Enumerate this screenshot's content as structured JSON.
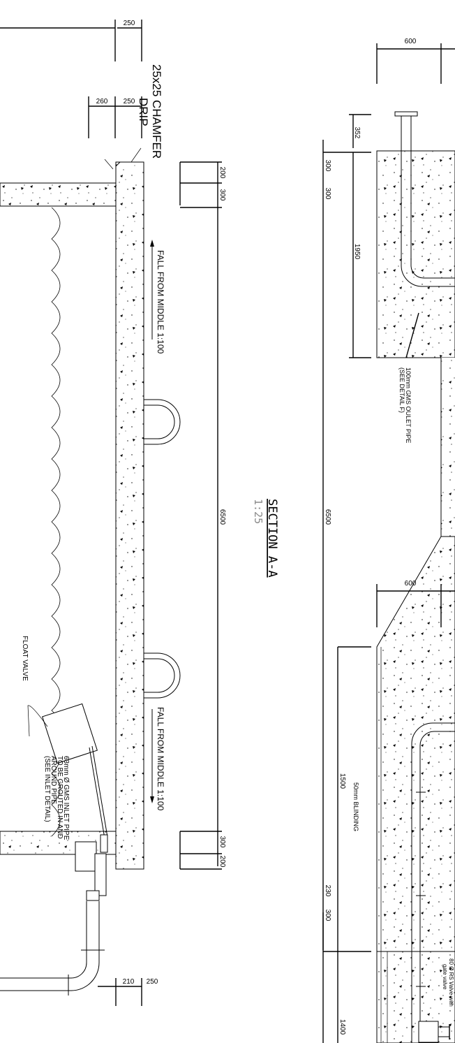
{
  "section": {
    "title": "SECTION A-A",
    "scale": "1:25"
  },
  "annotations": {
    "chamfer": "25x25 CHAMFER",
    "drip": "DRIP",
    "fall_1": "FALL FROM MIDDLE 1:100",
    "fall_2": "FALL FROM MIDDLE 1:100",
    "float_valve": "FLOAT VALVE",
    "inlet_pipe": [
      "63mm Ø GMS INLET PIPE",
      "TO BE GROUTED IN AND",
      "AROUND PIPE",
      "(SEE INLET DETAIL)"
    ],
    "outlet_pipe": [
      "100mm GMS OULET PIPE",
      "(SEE DETAIL F)"
    ],
    "blinding": "50mm BLINDING",
    "rs_valve": [
      "80 Ø RS Valve with",
      "gate valve"
    ]
  },
  "dimensions": {
    "left_top": "250",
    "drip_a": "260",
    "drip_b": "250",
    "right_top_a": "200",
    "right_top_b": "300",
    "length_left": "6500",
    "right_bottom_a": "300",
    "right_bottom_b": "200",
    "bottom_a": "210",
    "bottom_b": "250",
    "top_600_a": "600",
    "left_352": "352",
    "left_300_a": "300",
    "left_300_b": "300",
    "left_1950": "1950",
    "length_right": "6500",
    "top_600_b": "600",
    "left_1500": "1500",
    "left_230": "230",
    "left_300_c": "300",
    "left_1400": "1400"
  }
}
